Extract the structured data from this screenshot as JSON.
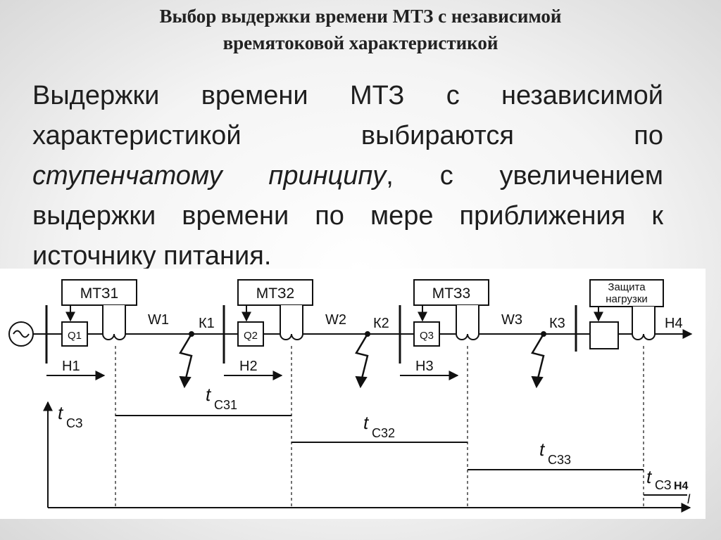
{
  "title": {
    "line1": "Выбор выдержки времени МТЗ с независимой",
    "line2": "времятоковой характеристикой"
  },
  "body": {
    "l1": [
      "Выдержки",
      "времени",
      "МТЗ",
      "с",
      "независимой"
    ],
    "l2": [
      "характеристикой",
      "выбираются",
      "по"
    ],
    "l3_italic": [
      "ступенчатому",
      "принципу"
    ],
    "l3_comma": ",",
    "l3_rest": [
      "с",
      "увеличением"
    ],
    "l4": [
      "выдержки",
      "времени",
      "по",
      "мере",
      "приближения",
      "к"
    ],
    "l5": "источнику питания."
  },
  "diagram": {
    "protections": [
      {
        "label": "МТЗ1",
        "breaker": "Q1",
        "line": "W1",
        "fault": "К1",
        "node": "Н1"
      },
      {
        "label": "МТЗ2",
        "breaker": "Q2",
        "line": "W2",
        "fault": "К2",
        "node": "Н2"
      },
      {
        "label": "МТЗ3",
        "breaker": "Q3",
        "line": "W3",
        "fault": "К3",
        "node": "Н3"
      }
    ],
    "load_protection": {
      "line1": "Защита",
      "line2": "нагрузки"
    },
    "end_node": "Н4",
    "axis": {
      "y_letter": "t",
      "y_sub": "СЗ",
      "x_letter": "l"
    },
    "steps": [
      {
        "t": "t",
        "sub": "С31"
      },
      {
        "t": "t",
        "sub": "С32"
      },
      {
        "t": "t",
        "sub": "С33"
      },
      {
        "t": "t",
        "sub": "СЗ",
        "extra": "Н4"
      }
    ]
  }
}
